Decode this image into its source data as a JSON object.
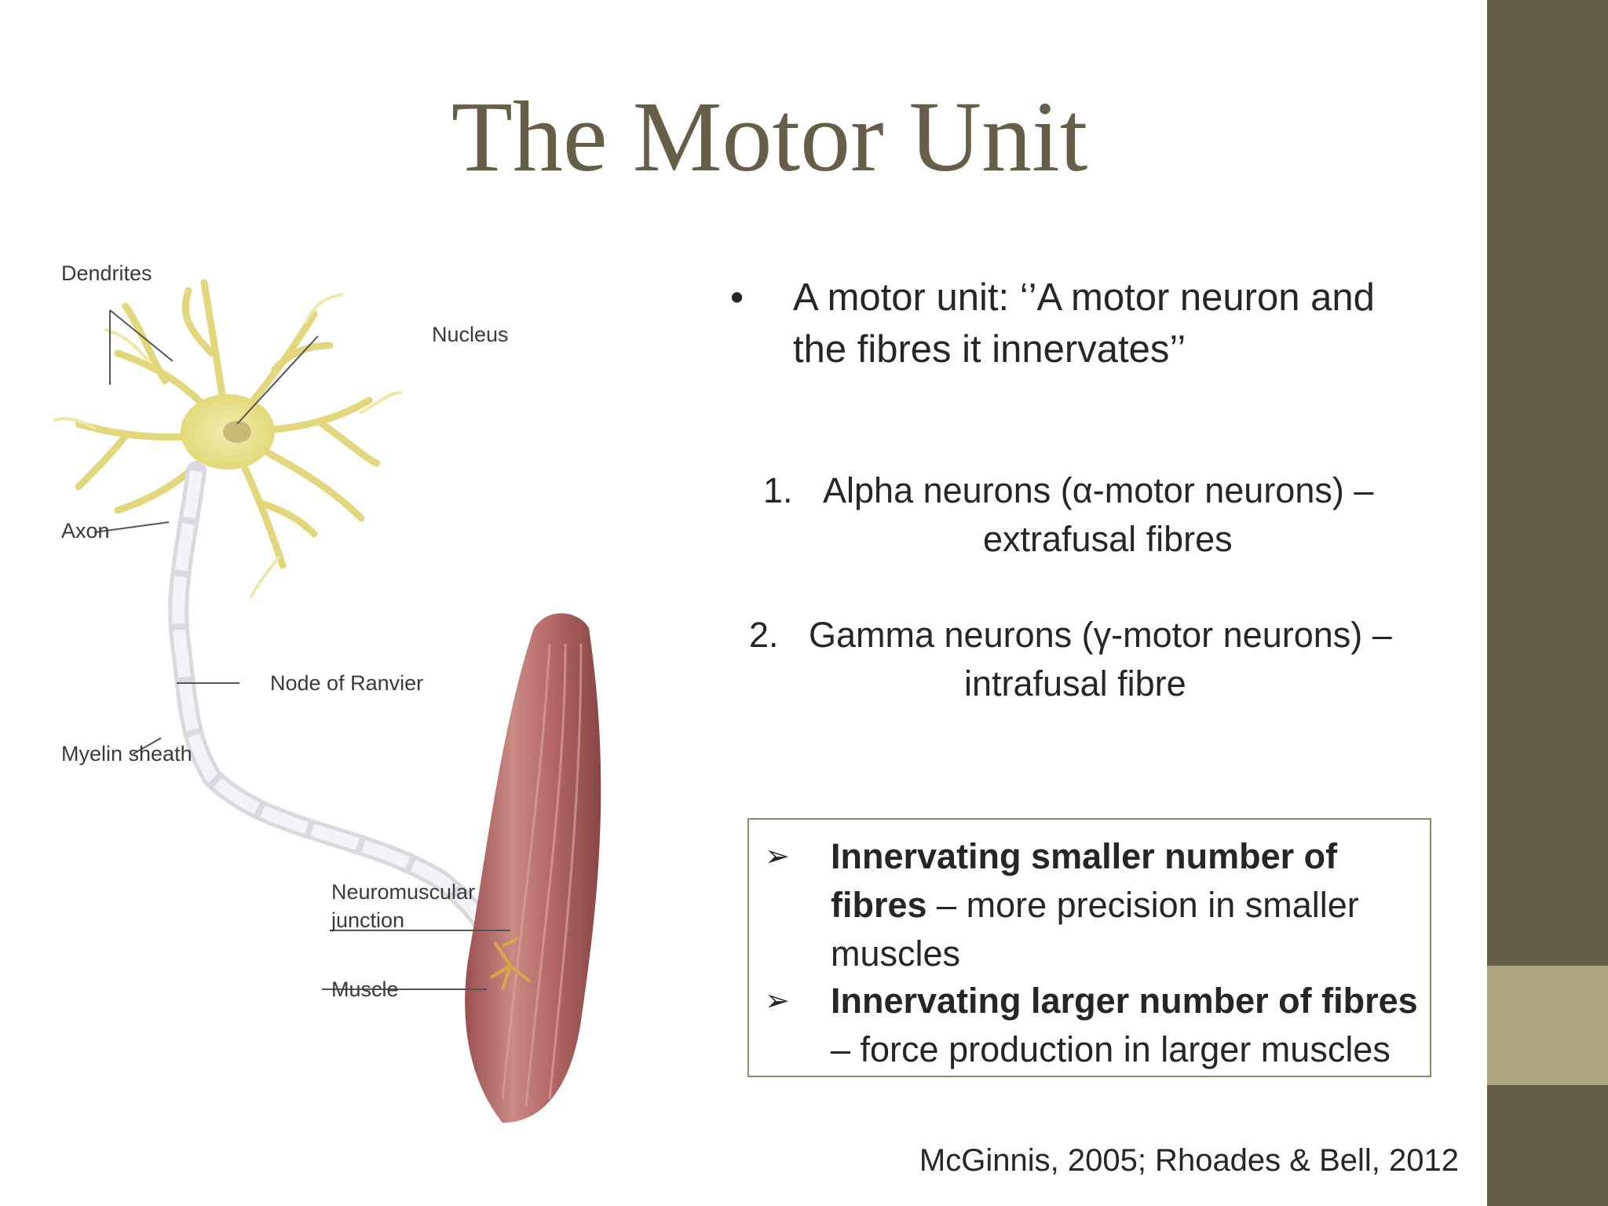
{
  "slide": {
    "title": "The Motor Unit",
    "bullet": {
      "marker": "•",
      "text": "A motor unit: ‘’A motor neuron and the fibres it innervates’’"
    },
    "numbered": [
      {
        "number": "1.",
        "line1": "Alpha neurons (α-motor neurons) –",
        "line2": "extrafusal fibres"
      },
      {
        "number": "2.",
        "line1": "Gamma neurons (γ-motor neurons) –",
        "line2": "intrafusal fibre"
      }
    ],
    "box": {
      "marker": "➢",
      "items": [
        {
          "bold": "Innervating smaller number of fibres",
          "rest": " – more precision in smaller muscles"
        },
        {
          "bold": "Innervating larger number of fibres",
          "rest": " – force production in larger muscles"
        }
      ]
    },
    "citation": "McGinnis, 2005; Rhoades & Bell, 2012"
  },
  "diagram": {
    "labels": {
      "dendrites": "Dendrites",
      "nucleus": "Nucleus",
      "axon": "Axon",
      "node": "Node of Ranvier",
      "myelin": "Myelin sheath",
      "nmj_line1": "Neuromuscular",
      "nmj_line2": "junction",
      "muscle": "Muscle"
    }
  },
  "colors": {
    "accent_dark": "#675e4a",
    "accent_light": "#aca57e",
    "neuron": "#e8e08a",
    "muscle": "#b86a6a"
  }
}
